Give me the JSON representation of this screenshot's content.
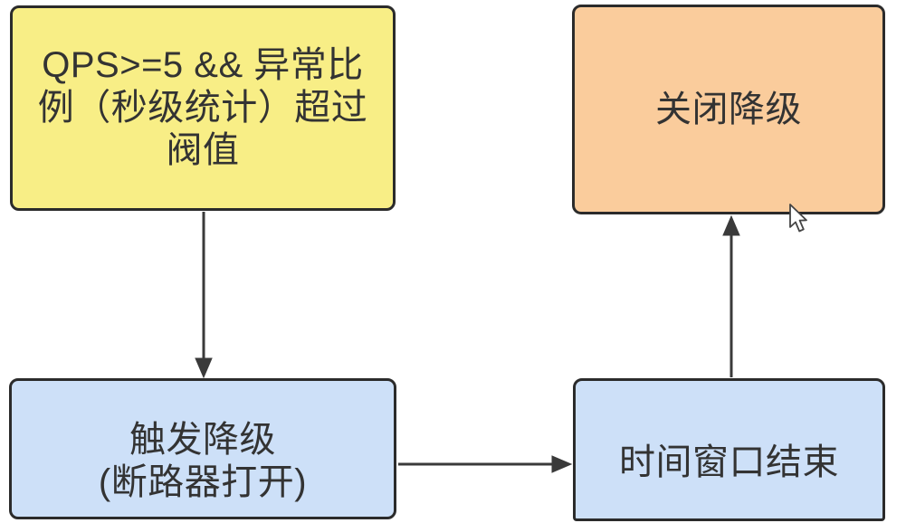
{
  "diagram": {
    "type": "flowchart",
    "background_color": "#ffffff",
    "border_color": "#2b2b2b",
    "arrow_color": "#3a3a3a",
    "text_color": "#333333",
    "nodes": [
      {
        "id": "condition",
        "label": "QPS>=5 && 异常比\n例（秒级统计）超过\n阀值",
        "fill": "#f8ee86"
      },
      {
        "id": "close-degrade",
        "label": "关闭降级",
        "fill": "#facc9c"
      },
      {
        "id": "trigger-degrade",
        "label": "触发降级\n(断路器打开)",
        "fill": "#cde0f8"
      },
      {
        "id": "time-window-end",
        "label": "时间窗口结束",
        "fill": "#cde0f8"
      }
    ],
    "edges": [
      {
        "from": "condition",
        "to": "trigger-degrade",
        "direction": "down"
      },
      {
        "from": "trigger-degrade",
        "to": "time-window-end",
        "direction": "right"
      },
      {
        "from": "time-window-end",
        "to": "close-degrade",
        "direction": "up"
      }
    ],
    "cursor": {
      "icon": "arrow-pointer",
      "fill": "#ffffff",
      "outline": "#444444"
    }
  }
}
